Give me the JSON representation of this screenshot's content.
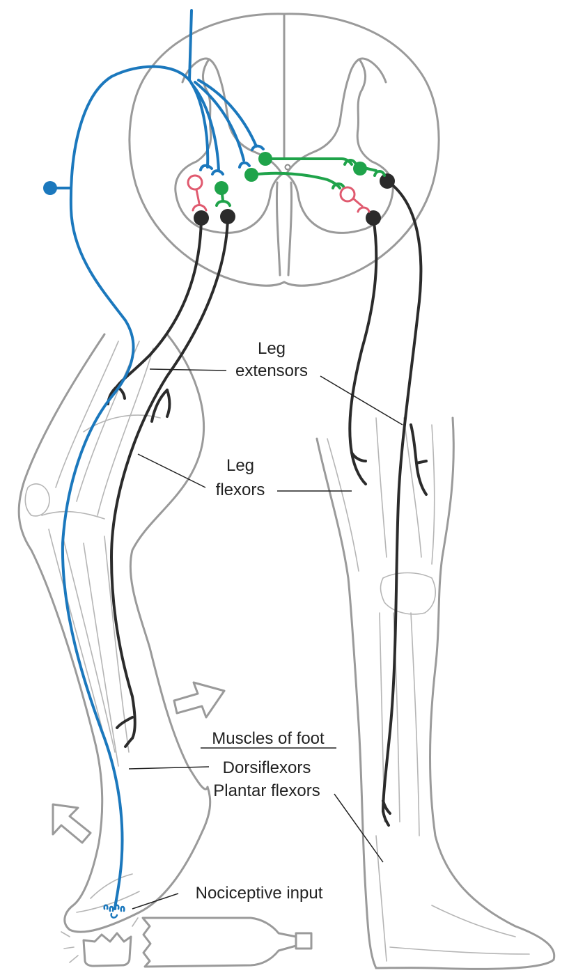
{
  "labels": {
    "leg_extensors_1": "Leg",
    "leg_extensors_2": "extensors",
    "leg_flexors_1": "Leg",
    "leg_flexors_2": "flexors",
    "muscles_of_foot": "Muscles of foot",
    "dorsiflexors": "Dorsiflexors",
    "plantar_flexors": "Plantar flexors",
    "nociceptive_input": "Nociceptive input"
  },
  "colors": {
    "sensory_afferent": "#1b78bd",
    "excitatory_interneuron": "#1fa34a",
    "inhibitory_interneuron": "#e05a6f",
    "motor_neuron": "#2b2b2b",
    "anatomy_outline": "#9a9a9a"
  }
}
